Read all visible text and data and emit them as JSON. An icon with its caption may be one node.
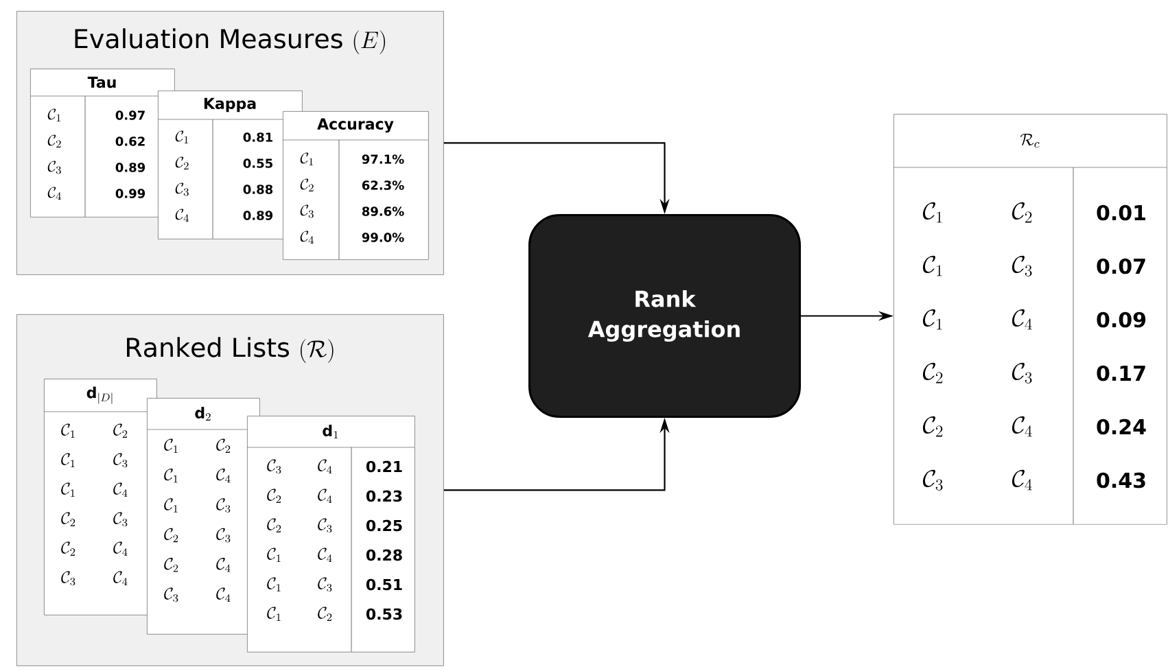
{
  "diagram": {
    "nodes": [
      {
        "text": [
          "\\mathrm{Evaluation\\ Measures}\\ (E)"
        ]
      },
      {
        "text": [
          "Tau",
          "\\mathcal{C}_{1}",
          "0.97",
          "\\mathcal{C}_{2}",
          "0.62",
          "\\mathcal{C}_{3}",
          "0.89",
          "\\mathcal{C}_{4}",
          "0.99"
        ],
        "in": 0
      },
      {
        "text": [
          "Kappa",
          "\\mathcal{C}_{1}",
          "0.81",
          "\\mathcal{C}_{2}",
          "0.55",
          "\\mathcal{C}_{3}",
          "0.88",
          "\\mathcal{C}_{4}",
          "0.89"
        ],
        "in": 0
      },
      {
        "text": [
          "Accuracy",
          "\\mathcal{C}_{1}",
          "97.1%",
          "\\mathcal{C}_{2}",
          "62.3%",
          "\\mathcal{C}_{3}",
          "89.6%",
          "\\mathcal{C}_{4}",
          "99.0%"
        ],
        "in": 0
      },
      {
        "text": [
          "\\mathrm{Ranked\\ Lists}\\ (\\mathcal{R})"
        ]
      },
      {
        "text": [
          "\\mathbf{d}_{|D|}",
          "\\mathcal{C}_{1}",
          "\\mathcal{C}_{2}",
          "\\mathcal{C}_{1}",
          "\\mathcal{C}_{3}",
          "\\mathcal{C}_{1}",
          "\\mathcal{C}_{4}",
          "\\mathcal{C}_{2}",
          "\\mathcal{C}_{3}",
          "\\mathcal{C}_{2}",
          "\\mathcal{C}_{4}",
          "\\mathcal{C}_{3}",
          "\\mathcal{C}_{4}"
        ],
        "in": 4
      },
      {
        "text": [
          "\\mathbf{d}_{2}",
          "\\mathcal{C}_{1}",
          "\\mathcal{C}_{2}",
          "\\mathcal{C}_{1}",
          "\\mathcal{C}_{4}",
          "\\mathcal{C}_{1}",
          "\\mathcal{C}_{3}",
          "\\mathcal{C}_{2}",
          "\\mathcal{C}_{3}",
          "\\mathcal{C}_{2}",
          "\\mathcal{C}_{4}",
          "\\mathcal{C}_{3}",
          "\\mathcal{C}_{4}"
        ],
        "in": 4
      },
      {
        "text": [
          "\\mathbf{d}_{1}",
          "\\mathcal{C}_{3}",
          "\\mathcal{C}_{4}",
          "0.21",
          "\\mathcal{C}_{2}",
          "\\mathcal{C}_{4}",
          "0.23",
          "\\mathcal{C}_{2}",
          "\\mathcal{C}_{3}",
          "0.25",
          "\\mathcal{C}_{1}",
          "\\mathcal{C}_{4}",
          "0.28",
          "\\mathcal{C}_{1}",
          "\\mathcal{C}_{3}",
          "0.51",
          "\\mathcal{C}_{1}",
          "\\mathcal{C}_{2}",
          "0.53"
        ],
        "in": 4
      },
      {
        "text": [
          "Rank Aggregation"
        ]
      },
      {
        "text": [
          "\\mathcal{R}_{c}",
          "\\mathcal{C}_{1}",
          "\\mathcal{C}_{2}",
          "0.01",
          "\\mathcal{C}_{1}",
          "\\mathcal{C}_{3}",
          "0.07",
          "\\mathcal{C}_{1}",
          "\\mathcal{C}_{4}",
          "0.09",
          "\\mathcal{C}_{2}",
          "\\mathcal{C}_{3}",
          "0.17",
          "\\mathcal{C}_{2}",
          "\\mathcal{C}_{4}",
          "0.24",
          "\\mathcal{C}_{3}",
          "\\mathcal{C}_{4}",
          "0.43"
        ]
      }
    ],
    "edges": [
      {
        "from": 0,
        "to": 8,
        "arrow": "to"
      },
      {
        "from": 4,
        "to": 8,
        "arrow": "to"
      },
      {
        "from": 8,
        "to": 9,
        "arrow": "to"
      }
    ]
  }
}
